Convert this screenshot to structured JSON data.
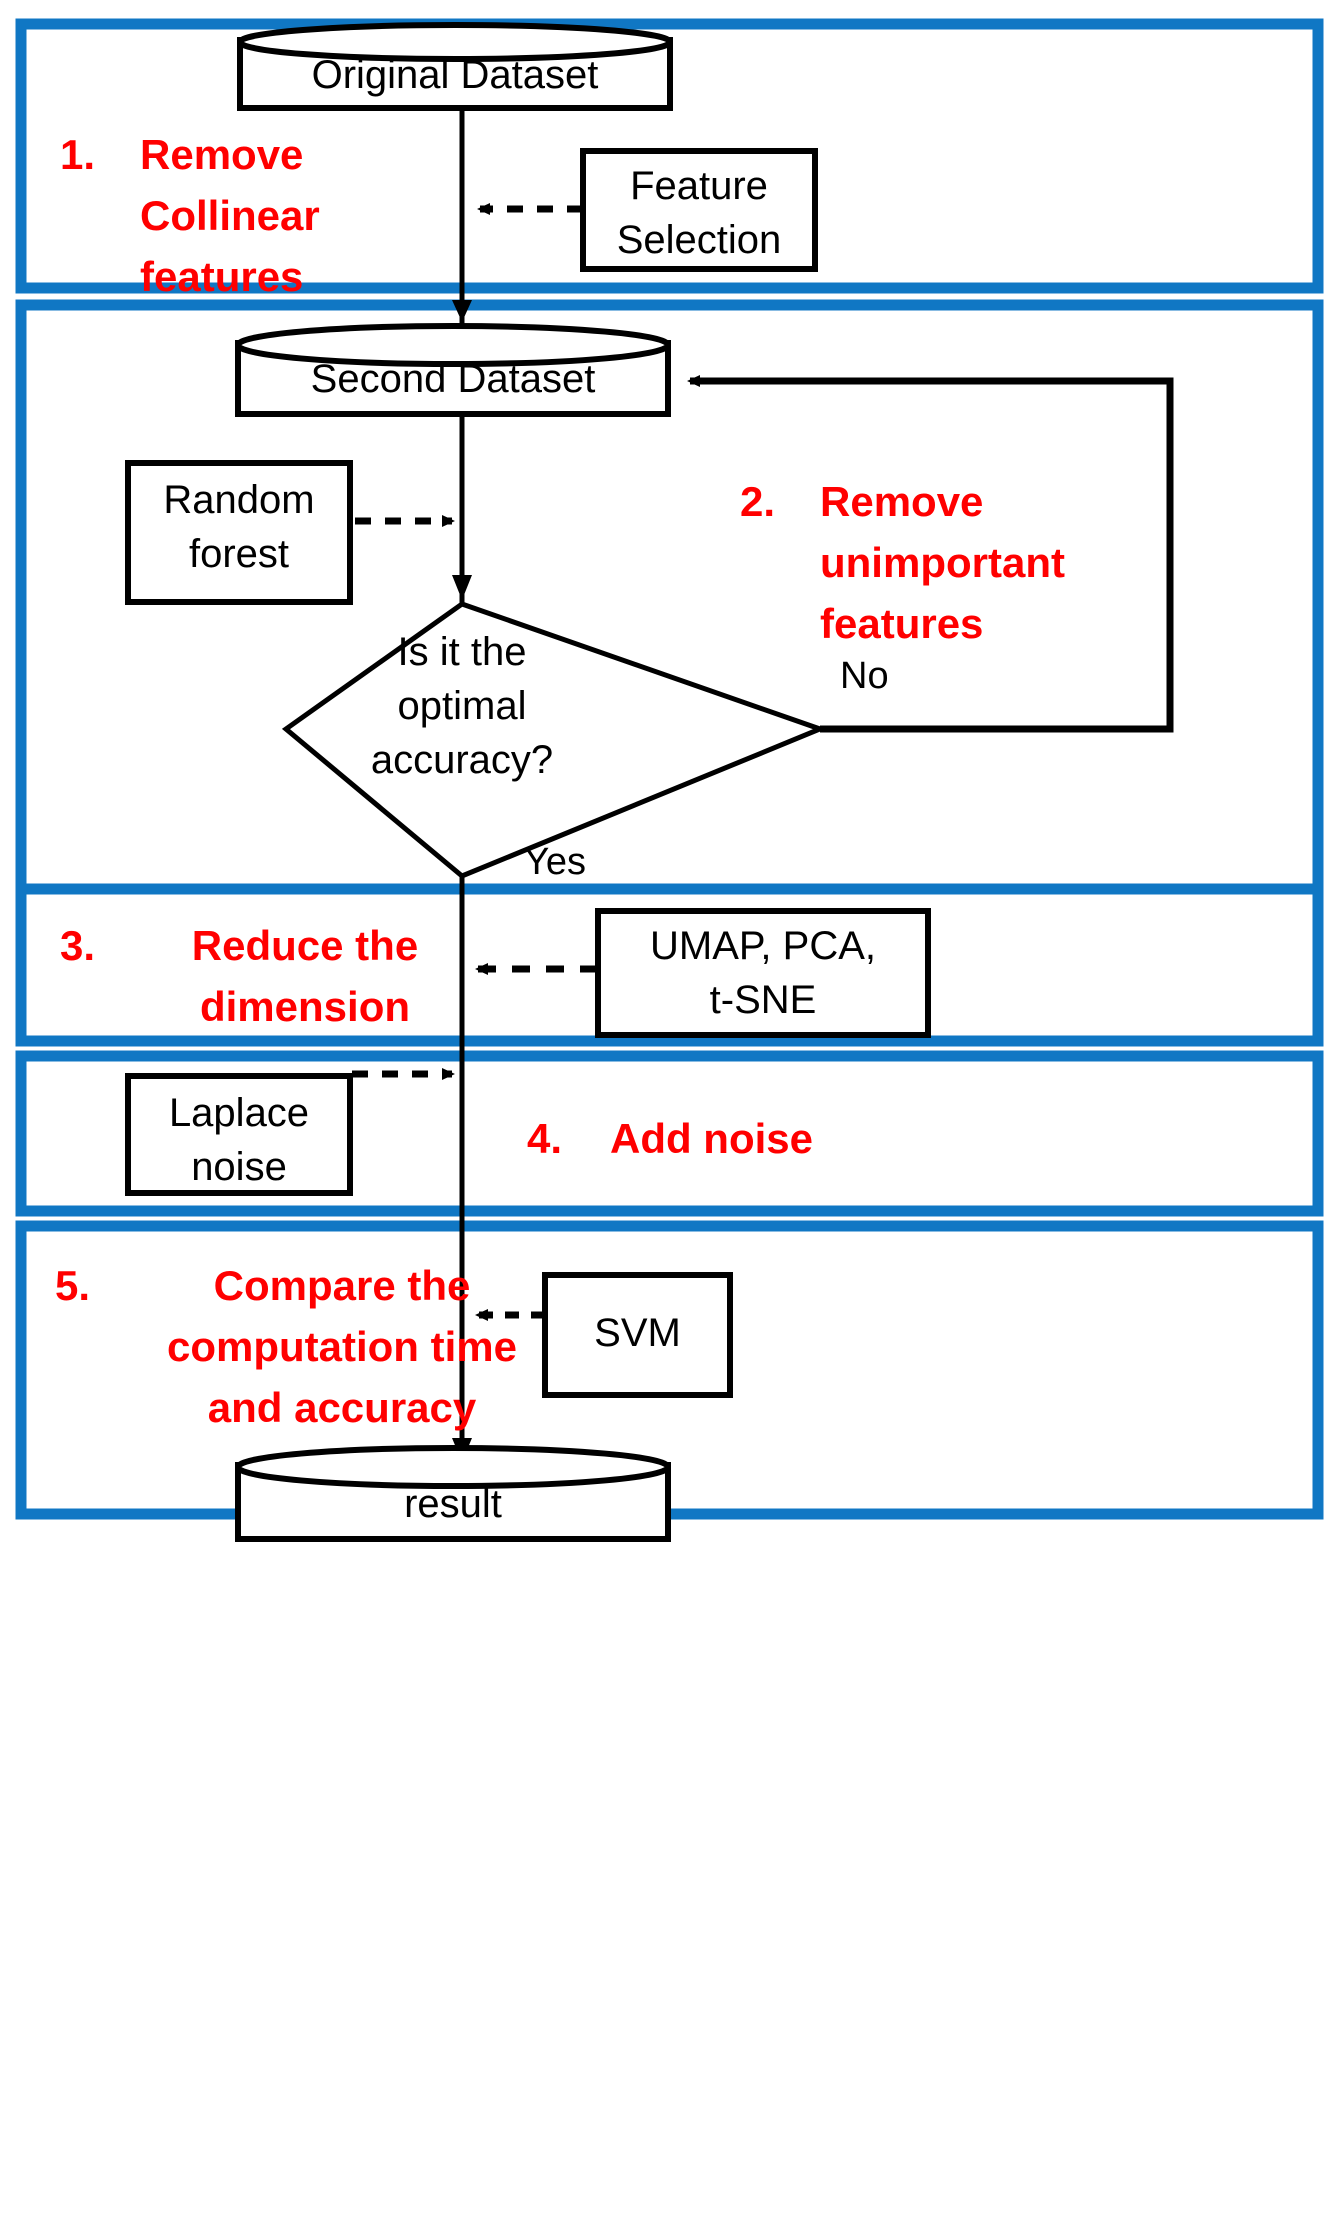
{
  "diagram": {
    "title_text_color": "#FF0000",
    "section_border_color": "#1077C4",
    "shape_stroke_color": "#000000",
    "canvas_background": "#FFFFFF",
    "stages": [
      {
        "number": "1.",
        "text": "Remove\nCollinear\nfeatures"
      },
      {
        "number": "2.",
        "text": "Remove\nunimportant\nfeatures"
      },
      {
        "number": "3.",
        "text": "Reduce the\ndimension"
      },
      {
        "number": "4.",
        "text": "Add noise"
      },
      {
        "number": "5.",
        "text": "Compare the\ncomputation time\nand accuracy"
      }
    ],
    "nodes": {
      "original_dataset": {
        "label": "Original Dataset",
        "shape": "cylinder"
      },
      "second_dataset": {
        "label": "Second Dataset",
        "shape": "cylinder"
      },
      "result": {
        "label": "result",
        "shape": "cylinder"
      },
      "feature_selection": {
        "label": "Feature\nSelection",
        "shape": "rectangle"
      },
      "random_forest": {
        "label": "Random\nforest",
        "shape": "rectangle"
      },
      "dim_reduction_methods": {
        "label": "UMAP, PCA,\nt-SNE",
        "shape": "rectangle"
      },
      "laplace_noise": {
        "label": "Laplace\nnoise",
        "shape": "rectangle"
      },
      "svm": {
        "label": "SVM",
        "shape": "rectangle"
      },
      "decision": {
        "label": "Is it the\noptimal\naccuracy?",
        "shape": "diamond"
      }
    },
    "branch_labels": {
      "no": "No",
      "yes": "Yes"
    }
  }
}
